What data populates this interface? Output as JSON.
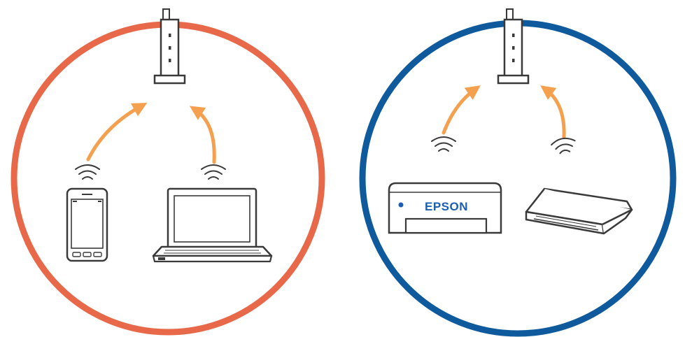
{
  "networks": [
    {
      "id": "network-a",
      "ring_color": "#e8694a",
      "devices": [
        "smartphone",
        "laptop"
      ]
    },
    {
      "id": "network-b",
      "ring_color": "#0e5a9c",
      "devices": [
        "printer",
        "scanner"
      ]
    }
  ],
  "arrow_color": "#f5a04e",
  "icons": [
    "router-icon",
    "wifi-signal-icon",
    "smartphone-icon",
    "laptop-icon",
    "printer-icon",
    "scanner-icon"
  ],
  "printer": {
    "brand_label": "EPSON",
    "brand_color": "#1a5fb4"
  }
}
